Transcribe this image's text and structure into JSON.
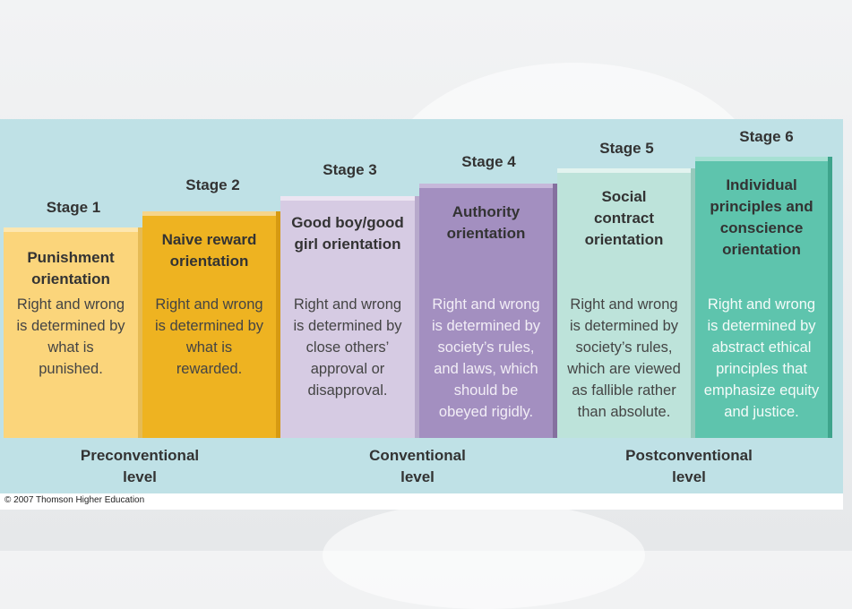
{
  "stages": [
    {
      "label": "Stage 1",
      "orientation": "Punishment\norientation",
      "description": "Right and wrong\nis determined by\nwhat is\npunished.",
      "color": "#fbd57b"
    },
    {
      "label": "Stage 2",
      "orientation": "Naive reward\norientation",
      "description": "Right and wrong\nis determined by\nwhat is\nrewarded.",
      "color": "#eeb321"
    },
    {
      "label": "Stage 3",
      "orientation": "Good boy/good\ngirl orientation",
      "description": "Right and wrong\nis determined by\nclose others’\napproval or\ndisapproval.",
      "color": "#d6cbe3"
    },
    {
      "label": "Stage 4",
      "orientation": "Authority\norientation",
      "description": "Right and wrong\nis determined by\nsociety’s rules,\nand laws, which\nshould be\nobeyed rigidly.",
      "color": "#a38fc0"
    },
    {
      "label": "Stage 5",
      "orientation": "Social\ncontract\norientation",
      "description": "Right and wrong\nis determined by\nsociety’s rules,\nwhich are viewed\nas fallible rather\nthan absolute.",
      "color": "#bde3da"
    },
    {
      "label": "Stage 6",
      "orientation": "Individual\nprinciples and\nconscience\norientation",
      "description": "Right and wrong\nis determined by\nabstract ethical\nprinciples that\nemphasize equity\nand justice.",
      "color": "#5ec4ad"
    }
  ],
  "levels": [
    {
      "label": "Preconventional\nlevel"
    },
    {
      "label": "Conventional\nlevel"
    },
    {
      "label": "Postconventional\nlevel"
    }
  ],
  "copyright": "© 2007 Thomson Higher Education"
}
